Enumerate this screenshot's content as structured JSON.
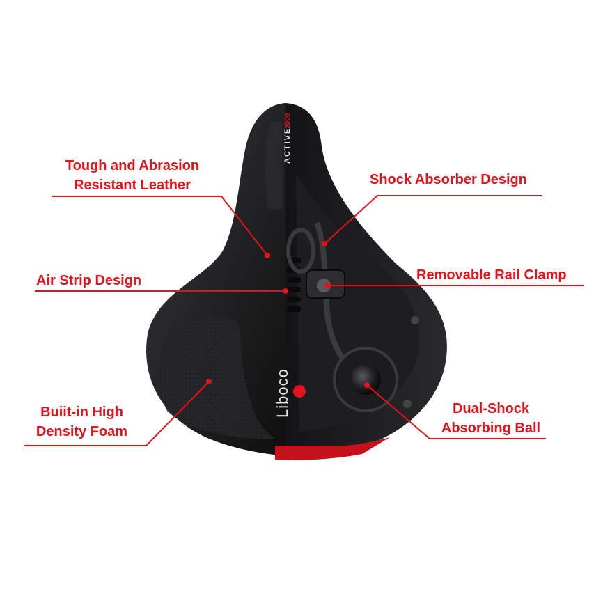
{
  "product": {
    "model_text": "ACTIVE",
    "model_number_text": "2000",
    "brand_text": "Liboco"
  },
  "callouts": {
    "leather": {
      "line1": "Tough and Abrasion",
      "line2": "Resistant Leather"
    },
    "air_strip": {
      "text": "Air Strip Design"
    },
    "foam": {
      "line1": "Buiit-in High",
      "line2": "Density Foam"
    },
    "shock_absorber": {
      "text": "Shock Absorber Design"
    },
    "rail_clamp": {
      "text": "Removable Rail Clamp"
    },
    "dual_shock": {
      "line1": "Dual-Shock",
      "line2": "Absorbing Ball"
    }
  },
  "colors": {
    "accent": "#e3121b",
    "saddle": "#1b1b1d",
    "background": "#ffffff"
  }
}
